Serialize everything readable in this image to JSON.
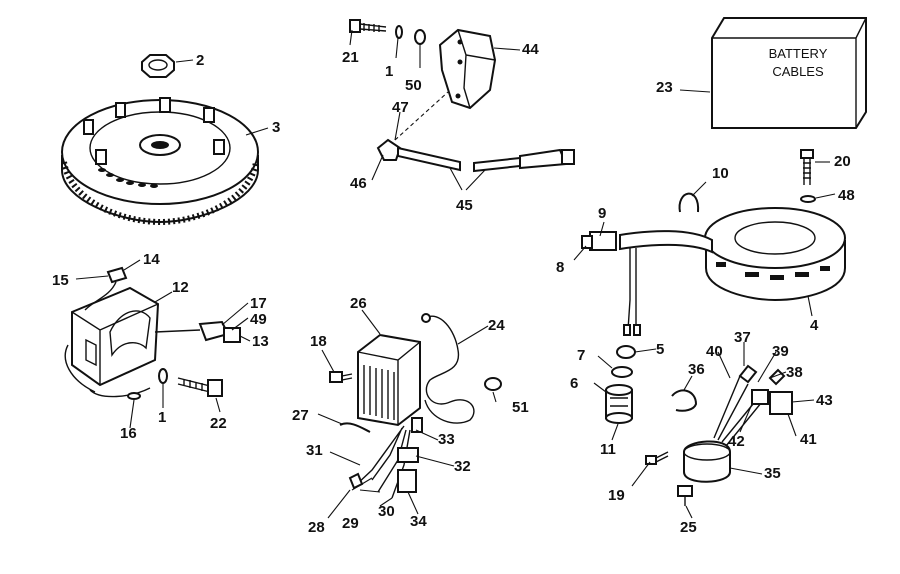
{
  "diagram": {
    "battery_label": {
      "line1": "BATTERY",
      "line2": "CABLES"
    },
    "callouts": [
      {
        "id": "c2",
        "text": "2"
      },
      {
        "id": "c3",
        "text": "3"
      },
      {
        "id": "c21",
        "text": "21"
      },
      {
        "id": "c1a",
        "text": "1"
      },
      {
        "id": "c50",
        "text": "50"
      },
      {
        "id": "c44",
        "text": "44"
      },
      {
        "id": "c23",
        "text": "23"
      },
      {
        "id": "c47",
        "text": "47"
      },
      {
        "id": "c46",
        "text": "46"
      },
      {
        "id": "c45",
        "text": "45"
      },
      {
        "id": "c10",
        "text": "10"
      },
      {
        "id": "c20",
        "text": "20"
      },
      {
        "id": "c48",
        "text": "48"
      },
      {
        "id": "c9",
        "text": "9"
      },
      {
        "id": "c8",
        "text": "8"
      },
      {
        "id": "c4",
        "text": "4"
      },
      {
        "id": "c14",
        "text": "14"
      },
      {
        "id": "c15",
        "text": "15"
      },
      {
        "id": "c12",
        "text": "12"
      },
      {
        "id": "c17",
        "text": "17"
      },
      {
        "id": "c49",
        "text": "49"
      },
      {
        "id": "c13",
        "text": "13"
      },
      {
        "id": "c1b",
        "text": "1"
      },
      {
        "id": "c16",
        "text": "16"
      },
      {
        "id": "c22",
        "text": "22"
      },
      {
        "id": "c26",
        "text": "26"
      },
      {
        "id": "c24",
        "text": "24"
      },
      {
        "id": "c18",
        "text": "18"
      },
      {
        "id": "c27",
        "text": "27"
      },
      {
        "id": "c51",
        "text": "51"
      },
      {
        "id": "c31",
        "text": "31"
      },
      {
        "id": "c33",
        "text": "33"
      },
      {
        "id": "c32",
        "text": "32"
      },
      {
        "id": "c28",
        "text": "28"
      },
      {
        "id": "c29",
        "text": "29"
      },
      {
        "id": "c30",
        "text": "30"
      },
      {
        "id": "c34",
        "text": "34"
      },
      {
        "id": "c5",
        "text": "5"
      },
      {
        "id": "c7",
        "text": "7"
      },
      {
        "id": "c6",
        "text": "6"
      },
      {
        "id": "c11",
        "text": "11"
      },
      {
        "id": "c40",
        "text": "40"
      },
      {
        "id": "c37",
        "text": "37"
      },
      {
        "id": "c39",
        "text": "39"
      },
      {
        "id": "c36",
        "text": "36"
      },
      {
        "id": "c38",
        "text": "38"
      },
      {
        "id": "c43",
        "text": "43"
      },
      {
        "id": "c42",
        "text": "42"
      },
      {
        "id": "c41",
        "text": "41"
      },
      {
        "id": "c35",
        "text": "35"
      },
      {
        "id": "c19",
        "text": "19"
      },
      {
        "id": "c25",
        "text": "25"
      }
    ]
  }
}
